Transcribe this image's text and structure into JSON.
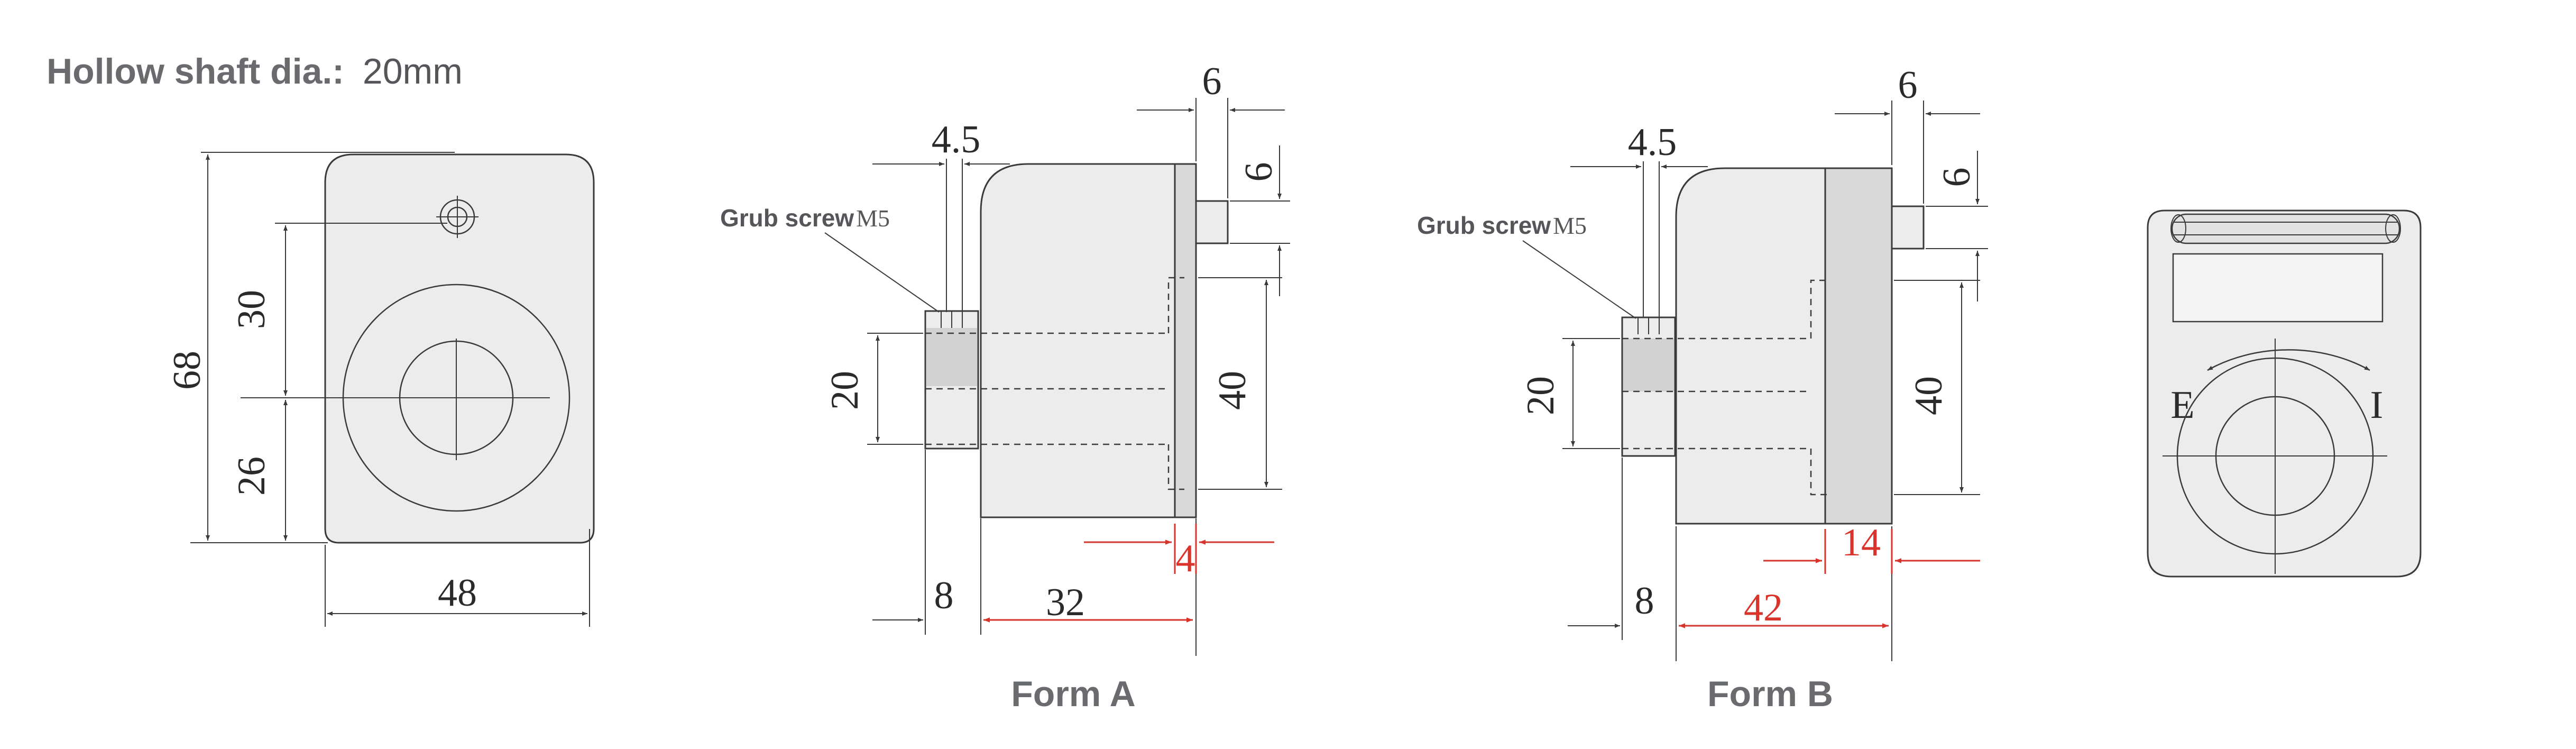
{
  "header": {
    "label": "Hollow shaft dia.:",
    "value": "20mm"
  },
  "front_view": {
    "dims": {
      "height_total": "68",
      "upper": "30",
      "lower": "26",
      "width": "48"
    }
  },
  "form_a": {
    "label": "Form A",
    "callout": {
      "text": "Grub screw",
      "thread": "M5"
    },
    "dims": {
      "screw_offset": "4.5",
      "shaft_top": "6",
      "shaft_side": "6",
      "bore": "20",
      "flange": "40",
      "collar": "8",
      "body": "32",
      "flange_thk": "4"
    }
  },
  "form_b": {
    "label": "Form B",
    "callout": {
      "text": "Grub screw",
      "thread": "M5"
    },
    "dims": {
      "screw_offset": "4.5",
      "shaft_top": "6",
      "shaft_side": "6",
      "bore": "20",
      "flange": "40",
      "collar": "8",
      "body": "42",
      "flange_thk": "14"
    }
  },
  "knob_view": {
    "labels": {
      "left": "E",
      "right": "I"
    }
  },
  "colors": {
    "dimension_red": "#d8342c",
    "header_gray": "#6a6b6e",
    "fill_light": "#ececec",
    "fill_flange": "#d9d9d9"
  }
}
